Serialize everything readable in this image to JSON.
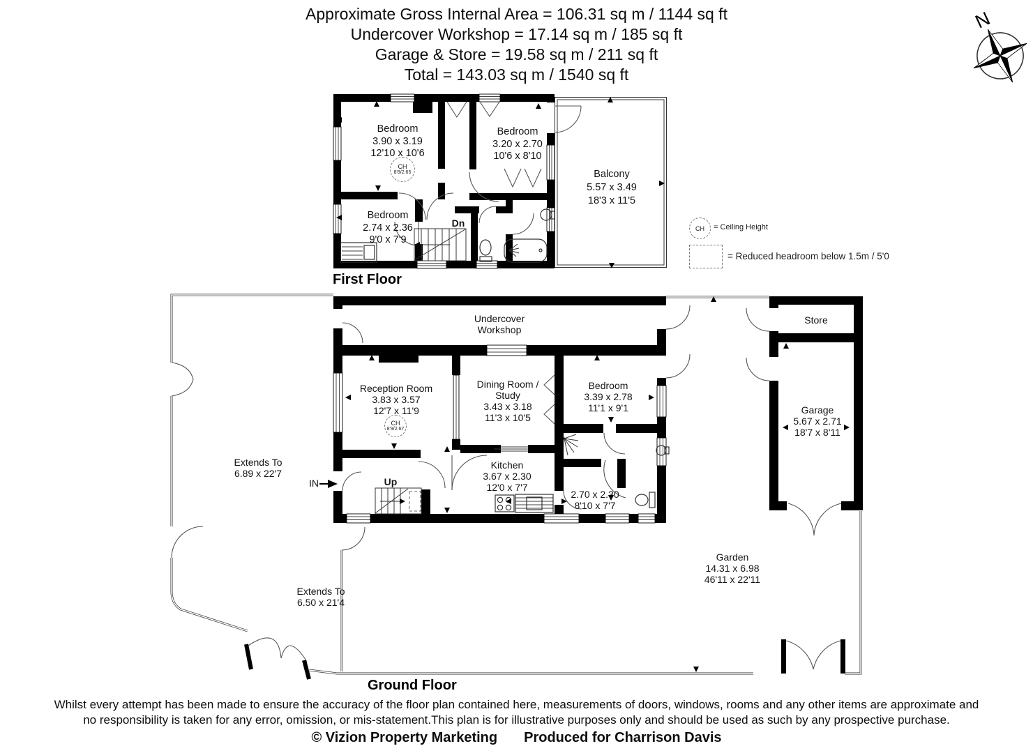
{
  "header": {
    "line1": "Approximate Gross Internal Area = 106.31 sq m / 1144 sq ft",
    "line2": "Undercover Workshop = 17.14 sq m / 185 sq ft",
    "line3": "Garage & Store = 19.58 sq m / 211 sq ft",
    "line4": "Total = 143.03 sq m / 1540 sq ft"
  },
  "compass": {
    "label": "N"
  },
  "first_floor": {
    "title": "First Floor",
    "stairs_label": "Dn",
    "rooms": {
      "bedroom1": {
        "name": "Bedroom",
        "metric": "3.90 x 3.19",
        "imperial": "12'10 x 10'6",
        "ch_symbol": "CH",
        "ceiling_height": "8'8/2.65"
      },
      "bedroom2": {
        "name": "Bedroom",
        "metric": "3.20 x 2.70",
        "imperial": "10'6 x 8'10"
      },
      "bedroom3": {
        "name": "Bedroom",
        "metric": "2.74 x 2.36",
        "imperial": "9'0 x 7'9"
      },
      "balcony": {
        "name": "Balcony",
        "metric": "5.57 x 3.49",
        "imperial": "18'3 x 11'5"
      }
    }
  },
  "legend": {
    "ch_symbol": "CH",
    "ch_text": "= Ceiling Height",
    "reduced_headroom_text": "= Reduced headroom below 1.5m / 5'0"
  },
  "ground_floor": {
    "title": "Ground Floor",
    "stairs_label": "Up",
    "entrance_label": "IN",
    "rooms": {
      "workshop": {
        "line1": "Undercover",
        "line2": "Workshop"
      },
      "reception": {
        "name": "Reception Room",
        "metric": "3.83 x 3.57",
        "imperial": "12'7 x 11'9",
        "ch_symbol": "CH",
        "ceiling_height": "8'9/2.67"
      },
      "dining": {
        "line1": "Dining Room /",
        "line2": "Study",
        "metric": "3.43 x 3.18",
        "imperial": "11'3 x 10'5"
      },
      "bedroom": {
        "name": "Bedroom",
        "metric": "3.39 x 2.78",
        "imperial": "11'1 x 9'1"
      },
      "kitchen": {
        "name": "Kitchen",
        "metric": "3.67 x 2.30",
        "imperial": "12'0 x 7'7"
      },
      "utility": {
        "metric": "2.70 x 2.30",
        "imperial": "8'10 x 7'7"
      },
      "store": {
        "name": "Store"
      },
      "garage": {
        "name": "Garage",
        "metric": "5.67 x 2.71",
        "imperial": "18'7 x 8'11"
      },
      "garden": {
        "name": "Garden",
        "metric": "14.31 x 6.98",
        "imperial": "46'11 x 22'11"
      },
      "extends_left": {
        "line1": "Extends To",
        "line2": "6.89 x 22'7"
      },
      "extends_bottom": {
        "line1": "Extends To",
        "line2": "6.50 x 21'4"
      }
    }
  },
  "footer": {
    "disclaimer_line1": "Whilst every attempt has been made to ensure the accuracy of the floor plan contained here, measurements of doors, windows, rooms and any other items are approximate and",
    "disclaimer_line2": "no responsibility is taken for any error, omission, or mis-statement.This plan is for illustrative purposes only and should be used as such by any prospective purchase.",
    "credit_left": "© Vizion Property Marketing",
    "credit_right": "Produced for Charrison Davis"
  }
}
